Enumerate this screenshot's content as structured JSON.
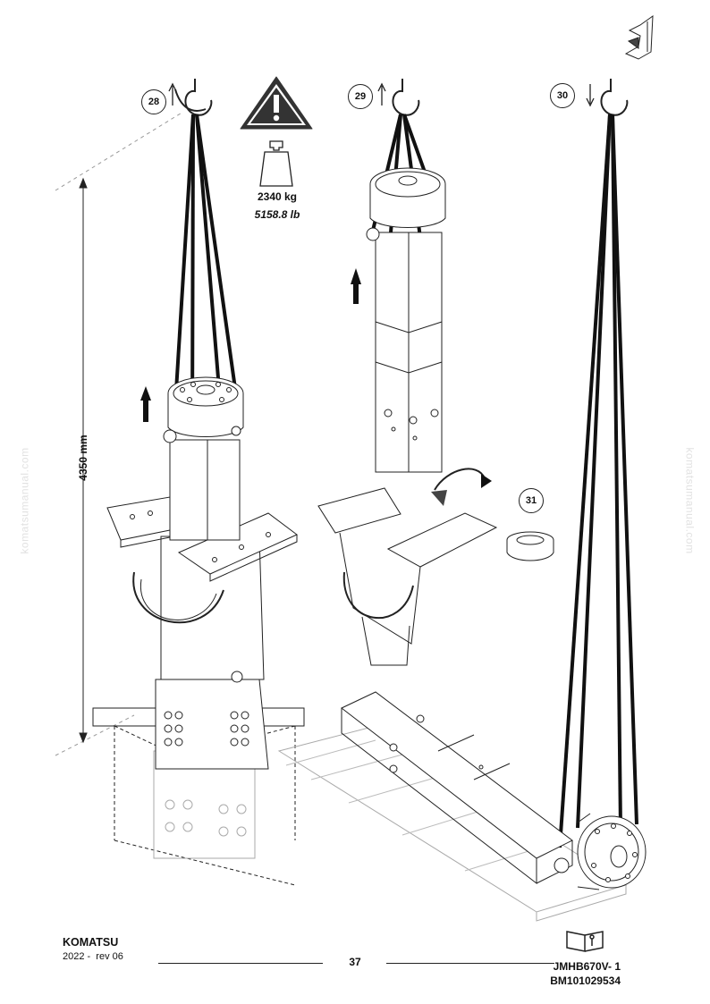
{
  "weight": {
    "kg": "2340 kg",
    "lb": "5158.8 lb"
  },
  "dimension": {
    "height": "4350 mm"
  },
  "steps": [
    {
      "num": "28",
      "arrow": "up-arrow-icon"
    },
    {
      "num": "29",
      "arrow": "up-arrow-icon"
    },
    {
      "num": "30",
      "arrow": "down-arrow-icon"
    },
    {
      "num": "31"
    }
  ],
  "watermark": {
    "text": "komatsumanual.com"
  },
  "footer": {
    "brand": "KOMATSU",
    "revision": "2022 -  rev 06",
    "page": "37",
    "model": "JMHB670V- 1",
    "doc_code": "BM101029534"
  },
  "icons": {
    "warning": "warning-triangle-icon",
    "weight": "weight-icon",
    "book": "manual-book-icon",
    "corner": "section-thumb-icon"
  },
  "colors": {
    "ink": "#111111",
    "warning_fill": "#333333",
    "watermark": "#e2e2e2"
  }
}
